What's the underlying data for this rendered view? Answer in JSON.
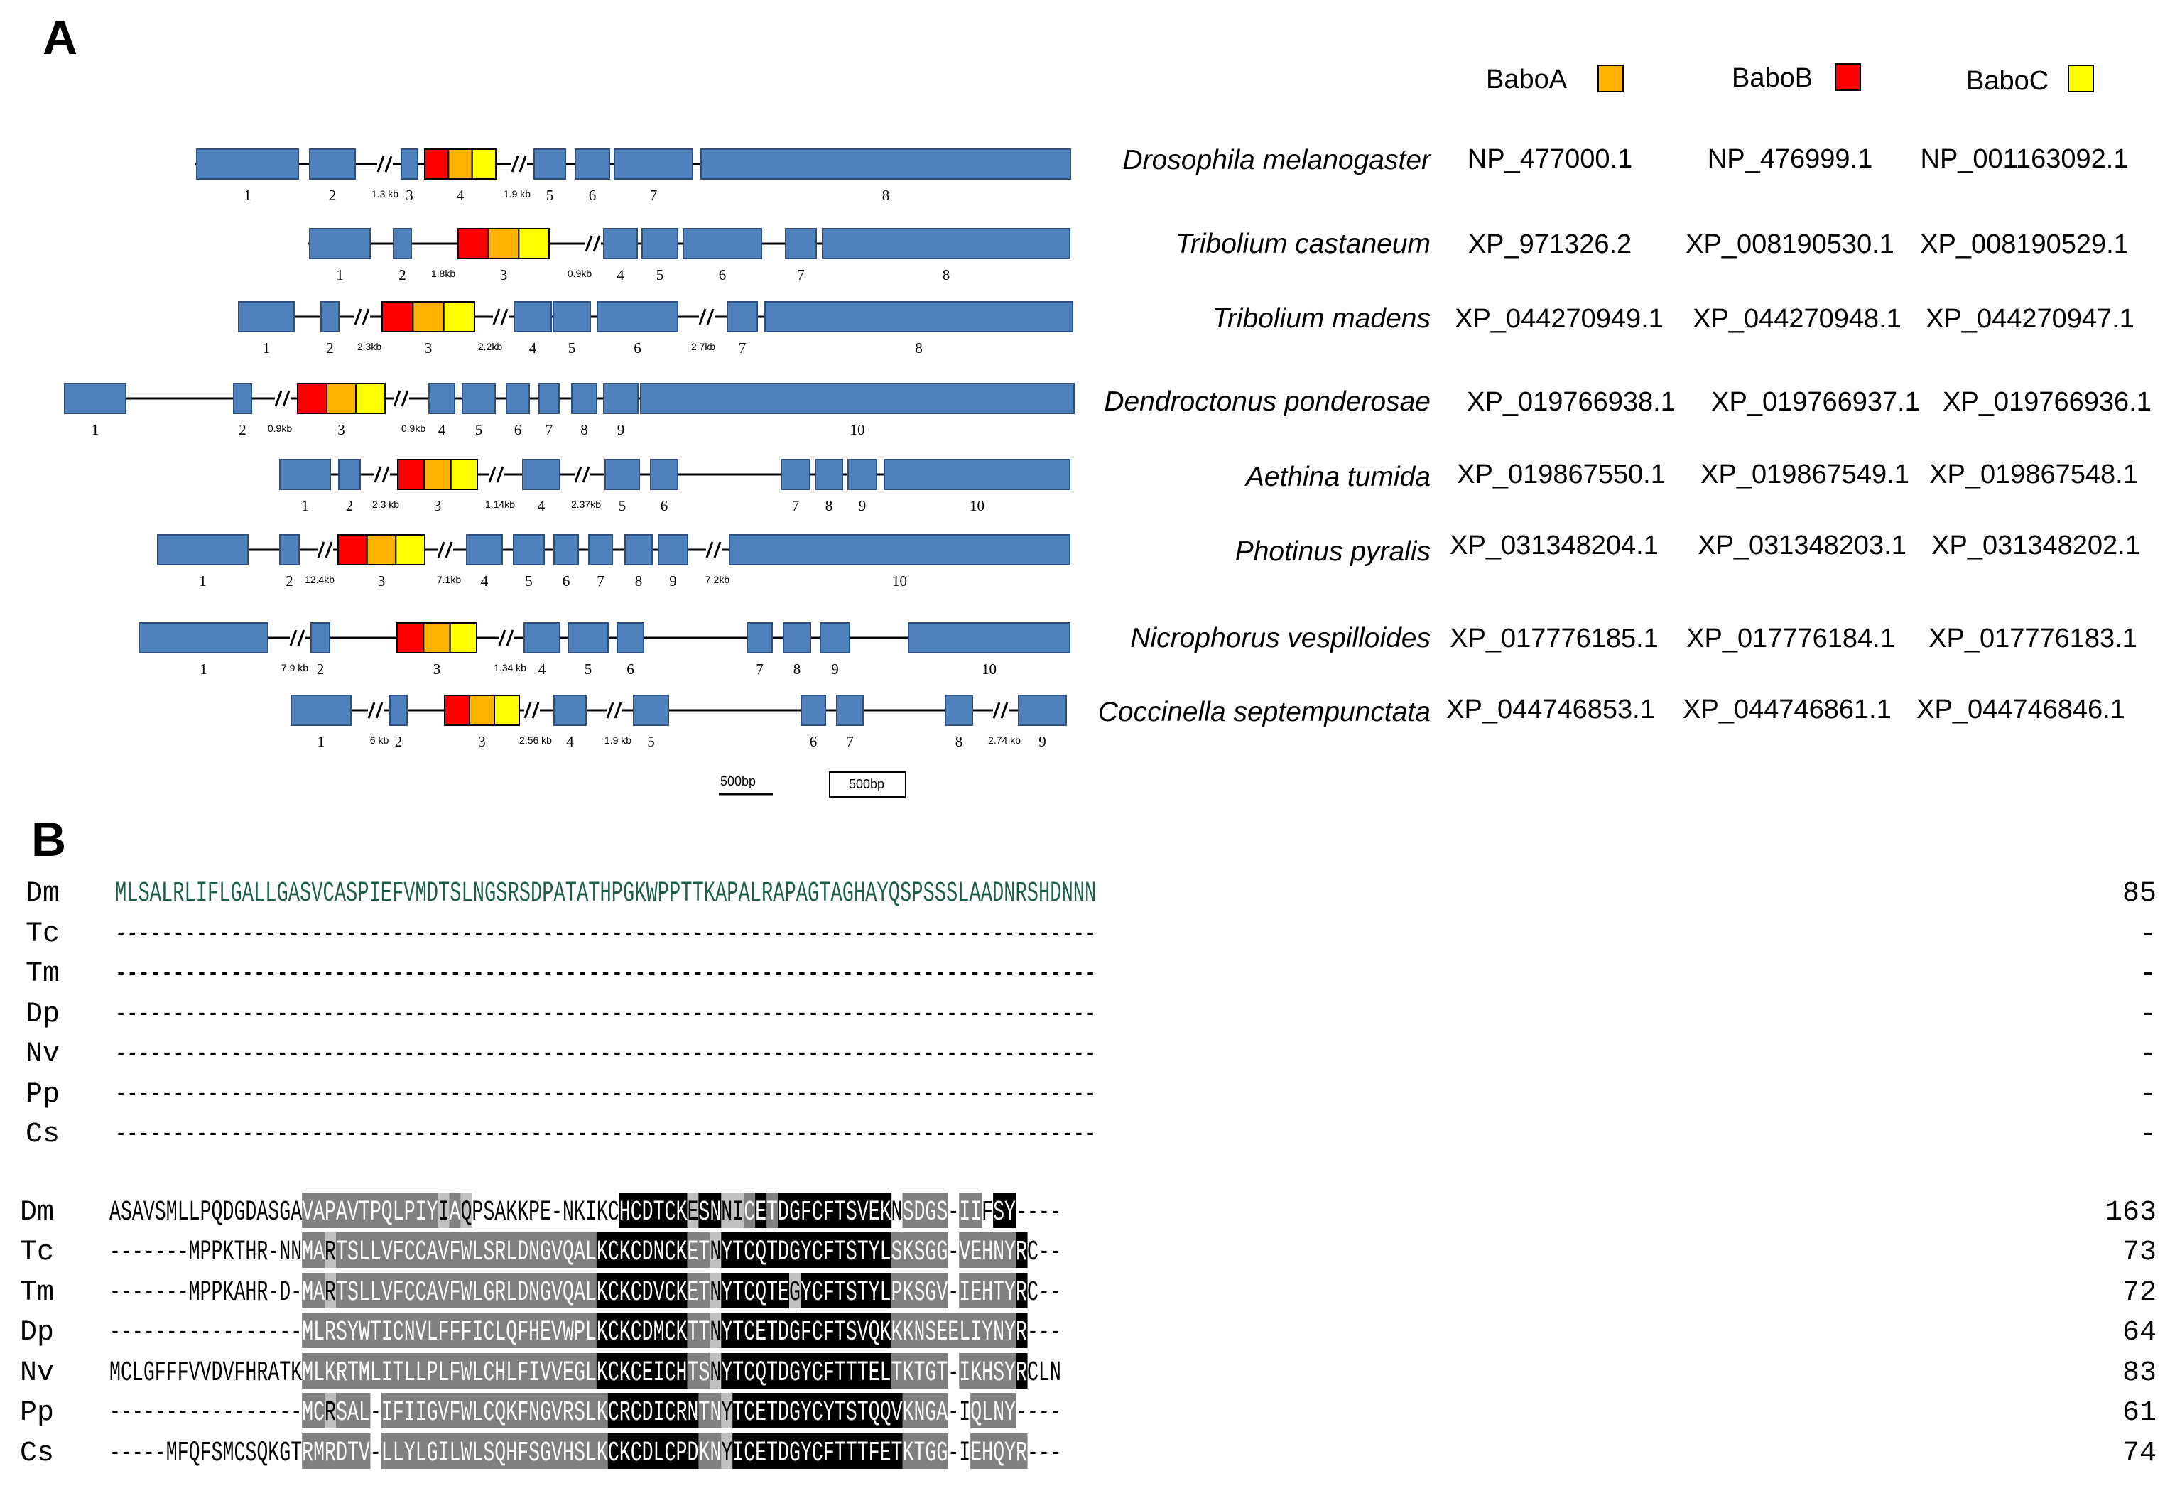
{
  "panel_labels": [
    "A",
    "B"
  ],
  "legend": [
    {
      "label": "BaboA",
      "color": "#FFB300"
    },
    {
      "label": "BaboB",
      "color": "#FF0000"
    },
    {
      "label": "BaboC",
      "color": "#FFFF00"
    }
  ],
  "colors": {
    "exon": "#4F81BD",
    "exon_border": "#2F4F7F",
    "conserved_dark": "#000000",
    "conserved_mid": "#808080",
    "conserved_light": "#C0C0C0"
  },
  "genes": [
    {
      "species": "Drosophila melanogaster",
      "accessions": [
        "NP_477000.1",
        "NP_476999.1",
        "NP_001163092.1"
      ],
      "exon_numbers": [
        "1",
        "2",
        "3",
        "4",
        "5",
        "6",
        "7",
        "8"
      ],
      "gaps": [
        "1.3 kb",
        "1.9 kb"
      ]
    },
    {
      "species": "Tribolium castaneum",
      "accessions": [
        "XP_971326.2",
        "XP_008190530.1",
        "XP_008190529.1"
      ],
      "exon_numbers": [
        "1",
        "2",
        "3",
        "4",
        "5",
        "6",
        "7",
        "8"
      ],
      "gaps": [
        "1.8kb",
        "0.9kb"
      ]
    },
    {
      "species": "Tribolium madens",
      "accessions": [
        "XP_044270949.1",
        "XP_044270948.1",
        "XP_044270947.1"
      ],
      "exon_numbers": [
        "1",
        "2",
        "3",
        "4",
        "5",
        "6",
        "7",
        "8"
      ],
      "gaps": [
        "2.3kb",
        "2.2kb",
        "2.7kb"
      ]
    },
    {
      "species": "Dendroctonus ponderosae",
      "accessions": [
        "XP_019766938.1",
        "XP_019766937.1",
        "XP_019766936.1"
      ],
      "exon_numbers": [
        "1",
        "2",
        "3",
        "4",
        "5",
        "6",
        "7",
        "8",
        "9",
        "10"
      ],
      "gaps": [
        "0.9kb",
        "0.9kb"
      ]
    },
    {
      "species": "Aethina tumida",
      "accessions": [
        "XP_019867550.1",
        "XP_019867549.1",
        "XP_019867548.1"
      ],
      "exon_numbers": [
        "1",
        "2",
        "3",
        "4",
        "5",
        "6",
        "7",
        "8",
        "9",
        "10"
      ],
      "gaps": [
        "2.3 kb",
        "1.14kb",
        "2.37kb"
      ]
    },
    {
      "species": "Photinus pyralis",
      "accessions": [
        "XP_031348204.1",
        "XP_031348203.1",
        "XP_031348202.1"
      ],
      "exon_numbers": [
        "1",
        "2",
        "3",
        "4",
        "5",
        "6",
        "7",
        "8",
        "9",
        "10"
      ],
      "gaps": [
        "12.4kb",
        "7.1kb",
        "7.2kb"
      ]
    },
    {
      "species": "Nicrophorus vespilloides",
      "accessions": [
        "XP_017776185.1",
        "XP_017776184.1",
        "XP_017776183.1"
      ],
      "exon_numbers": [
        "1",
        "2",
        "3",
        "4",
        "5",
        "6",
        "7",
        "8",
        "9",
        "10"
      ],
      "gaps": [
        "7.9 kb",
        "1.34 kb"
      ]
    },
    {
      "species": "Coccinella septempunctata",
      "accessions": [
        "XP_044746853.1",
        "XP_044746861.1",
        "XP_044746846.1"
      ],
      "exon_numbers": [
        "1",
        "2",
        "3",
        "4",
        "5",
        "6",
        "7",
        "8",
        "9"
      ],
      "gaps": [
        "6 kb",
        "2.56 kb",
        "1.9 kb",
        "2.74 kb"
      ]
    }
  ],
  "scale": {
    "intron_label": "500bp",
    "exon_label": "500bp"
  },
  "alignment": {
    "blocks": [
      {
        "end_numbers": [
          "85",
          "-",
          "-",
          "-",
          "-",
          "-",
          "-"
        ],
        "rows": [
          {
            "name": "Dm",
            "seq": "MLSALRLIFLGALLGASVCASPIEFVMDTSLNGSRSDPATATHPGKWPPTTKAPALRAPAGTAGHAYQSPSSSLAADNRSHDNNN"
          },
          {
            "name": "Tc",
            "seq": "-------------------------------------------------------------------------------------"
          },
          {
            "name": "Tm",
            "seq": "-------------------------------------------------------------------------------------"
          },
          {
            "name": "Dp",
            "seq": "-------------------------------------------------------------------------------------"
          },
          {
            "name": "Nv",
            "seq": "-------------------------------------------------------------------------------------"
          },
          {
            "name": "Pp",
            "seq": "-------------------------------------------------------------------------------------"
          },
          {
            "name": "Cs",
            "seq": "-------------------------------------------------------------------------------------"
          }
        ]
      },
      {
        "end_numbers": [
          "163",
          "73",
          "72",
          "64",
          "83",
          "61",
          "74"
        ],
        "rows": [
          {
            "name": "Dm",
            "seq": "ASAVSMLLPQDGDASGAVAPAVTPQLPIYIAQPSAKKPE-NKIKCHCDTCKESNNICETDGFCFTSVEKNSDGS-IIFSY----",
            "shade": "-----------------MMMMMMMMMMMMLML-------------DDDDDDLDDLLMDMDDDDDDDDDD-MMMMMMM-DDDDD----"
          },
          {
            "name": "Tc",
            "seq": "-------MPPKTHR-NNMARTSLLVFCCAVFWLSRLDNGVQALKCKCDNCKETNYTCQTDGYCFTSTYLSKSGG-VEHNYRC--",
            "shade": "-----------------MMLMMMMMMMMMMMMMMMMMMMMMMMDDDDDDDDMMLDDDDDDDDDDDDDDDMMMMM-MMMMMD----"
          },
          {
            "name": "Tm",
            "seq": "-------MPPKAHR-D-MARTSLLVFCCAVFWLGRLDNGVQALKCKCDVCKETNYTCQTEGYCFTSTYLPKSGV-IEHTYRC--",
            "shade": "-----------------MMLMMMMMMMMMMMMMMMMMMMMMMMDDDDDDDDMMLDDDDDDLDDDDDDDDMMMMM-MMMMMD----"
          },
          {
            "name": "Dp",
            "seq": "-----------------MLRSYWTICNVLFFFICLQFHEVWPLKCKCDMCKTTNYTCETDGFCFTSVQKKKNSEELIYNYR---",
            "shade": "-----------------MMMMMMMMMMMMMMMMMMMMMMMMMMDDDDDDDDMMLDDDDDDDDDDDDDDDMMMMMMMMMMMD----"
          },
          {
            "name": "Nv",
            "seq": "MCLGFFFVVDVFHRATKMLKRTMLITLLPLFWLCHLFIVVEGLKCKCEICHTSNYTCQTDGYCFTTTELTKTGT-IKHSYRCLN",
            "shade": "-----------------MMMMMMMMMMMMMMMMMMMMMMMMMMDDDDDDDDMMLDDDDDDDDDDDDDDDMMMMM-MMMMMD----"
          },
          {
            "name": "Pp",
            "seq": "-----------------MCRSAL-IFIIGVFWLCQKFNGVRSLKCRCDICRNTNYTCETDGYCYTSTQQVKNGA-IQLNY----",
            "shade": "-----------------MMLMMM-MMMMMMMMMMMMMMMMMMMMDDDDDDDDMMLDDDDDDDDDDDDDDDMMMMM-MMMMMD----"
          },
          {
            "name": "Cs",
            "seq": "-----MFQFSMCSQKGTRMRDTV-LLYLGILWLSQHFSGVHSLKCKCDLCPDKNYICETDGYCFTTTFETKTGG-IEHQYR---",
            "shade": "-----------------MMMMMM-MMMMMMMMMMMMMMMMMMMMDDDDDDDDMMLDDDDDDDDDDDDDDDMMMMM-MMMMMD----"
          }
        ]
      }
    ]
  }
}
